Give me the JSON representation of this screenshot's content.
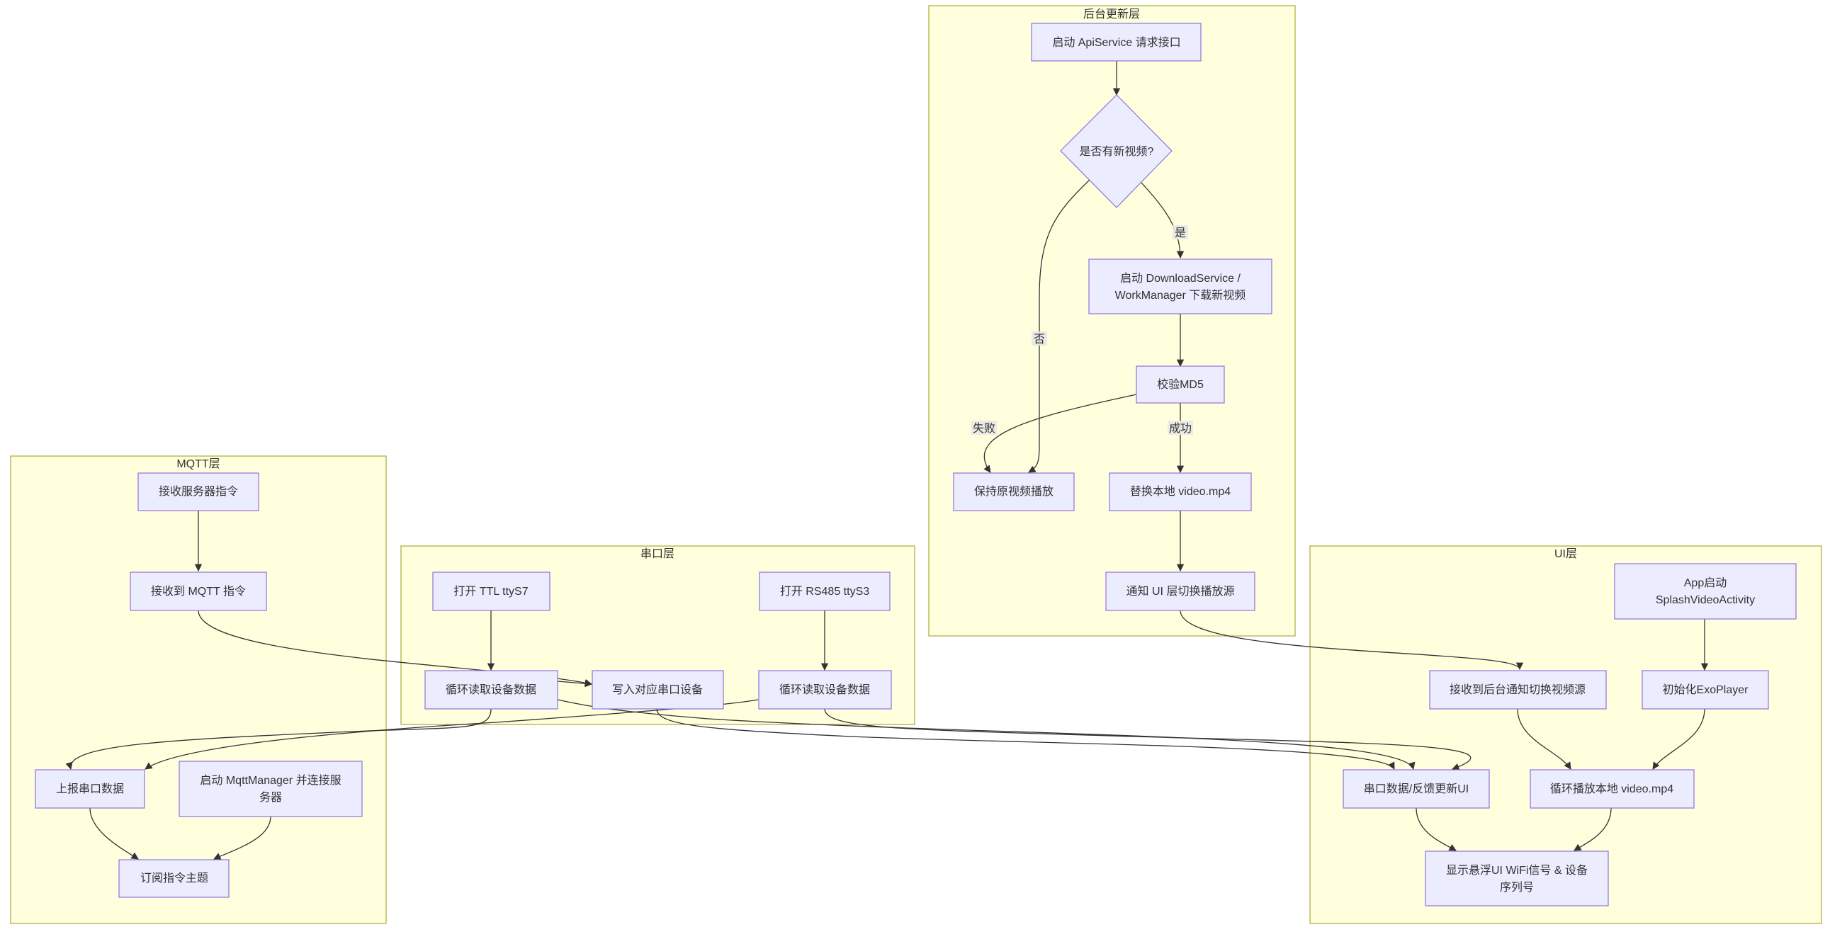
{
  "clusters": {
    "backend": {
      "label": "后台更新层"
    },
    "mqtt": {
      "label": "MQTT层"
    },
    "serial": {
      "label": "串口层"
    },
    "ui": {
      "label": "UI层"
    }
  },
  "nodes": {
    "api": [
      "启动 ApiService 请求接口"
    ],
    "decision": [
      "是否有新视频?"
    ],
    "download": [
      "启动 DownloadService /",
      "WorkManager 下载新视频"
    ],
    "md5": [
      "校验MD5"
    ],
    "keep": [
      "保持原视频播放"
    ],
    "replace": [
      "替换本地 video.mp4"
    ],
    "notify": [
      "通知 UI 层切换播放源"
    ],
    "recvServer": [
      "接收服务器指令"
    ],
    "recvMqtt": [
      "接收到 MQTT 指令"
    ],
    "report": [
      "上报串口数据"
    ],
    "mqttMgr": [
      "启动 MqttManager 并连接服",
      "务器"
    ],
    "subscribe": [
      "订阅指令主题"
    ],
    "ttl": [
      "打开 TTL ttyS7"
    ],
    "rs485": [
      "打开 RS485 ttyS3"
    ],
    "loopL": [
      "循环读取设备数据"
    ],
    "write": [
      "写入对应串口设备"
    ],
    "loopR": [
      "循环读取设备数据"
    ],
    "appStart": [
      "App启动",
      "SplashVideoActivity"
    ],
    "exo": [
      "初始化ExoPlayer"
    ],
    "recvSwitch": [
      "接收到后台通知切换视频源"
    ],
    "serialUi": [
      "串口数据/反馈更新UI"
    ],
    "loopPlay": [
      "循环播放本地 video.mp4"
    ],
    "floatUi": [
      "显示悬浮UI WiFi信号 & 设备",
      "序列号"
    ]
  },
  "edgeLabels": {
    "yes": "是",
    "no": "否",
    "fail": "失败",
    "ok": "成功"
  }
}
